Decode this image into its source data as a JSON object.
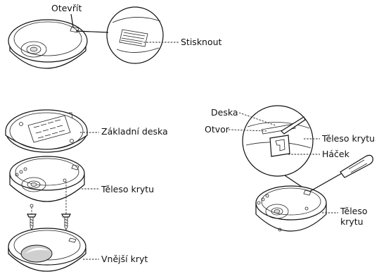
{
  "labels": {
    "open": "Otevřít",
    "press": "Stisknout",
    "base_plate": "Základní deska",
    "cover_body_left": "Těleso krytu",
    "outer_cover": "Vnější kryt",
    "plate": "Deska",
    "hole": "Otvor",
    "cover_body_right": "Těleso krytu",
    "hook": "Háček",
    "cover_body_bottom_line1": "Těleso",
    "cover_body_bottom_line2": "krytu"
  }
}
